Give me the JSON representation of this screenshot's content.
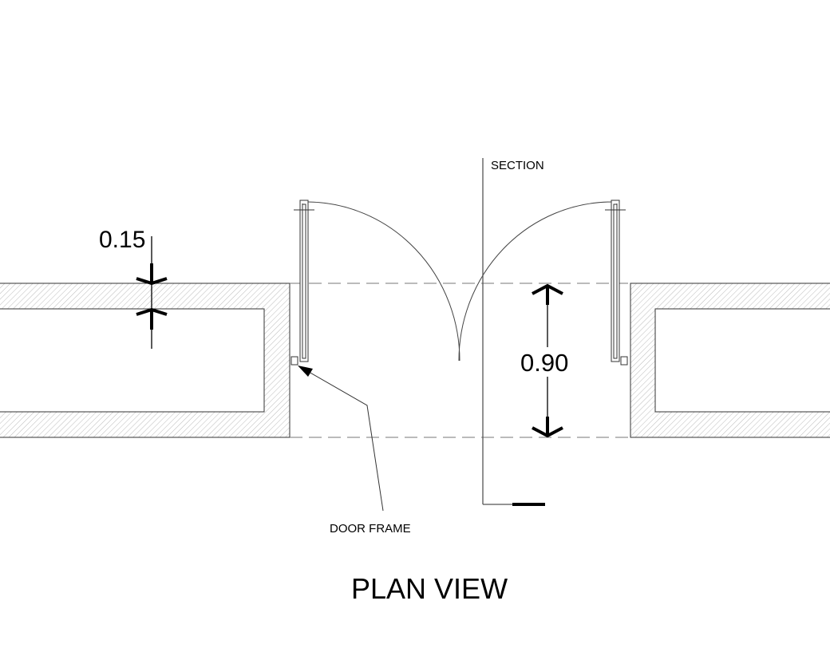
{
  "title": "PLAN VIEW",
  "labels": {
    "section": "SECTION",
    "door_frame": "DOOR FRAME"
  },
  "dimensions": {
    "wall_thickness": "0.15",
    "opening_depth": "0.90"
  },
  "colors": {
    "line": "#000000",
    "hatch": "#9a9a9a",
    "dash": "#777777"
  }
}
